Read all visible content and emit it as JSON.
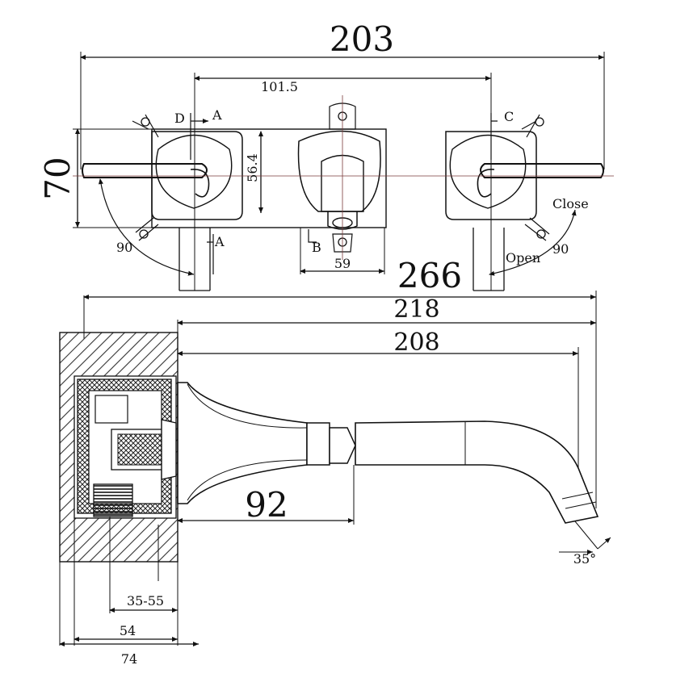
{
  "dimensions": {
    "top_width": "203",
    "handle_spacing": "101.5",
    "height_left": "70",
    "plate_height": "56.4",
    "center_width": "59",
    "handle_depth": "266",
    "overall_spout": "218",
    "spout_reach": "208",
    "spout_body": "92",
    "spout_angle": "35°",
    "wall_range": "35-55",
    "depth_54": "54",
    "depth_74": "74"
  },
  "section_labels": {
    "d": "D",
    "a_top": "A",
    "a_bottom": "A",
    "b": "B",
    "c": "C"
  },
  "rotation": {
    "left_angle": "90",
    "right_angle": "90",
    "close_label": "Close",
    "open_label": "Open"
  }
}
